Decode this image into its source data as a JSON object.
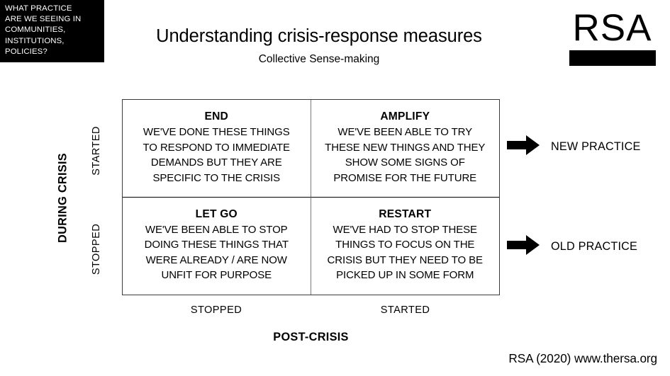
{
  "question_box": {
    "lines": [
      "WHAT PRACTICE",
      "ARE WE SEEING IN",
      "COMMUNITIES,",
      "INSTITUTIONS,",
      "POLICIES?"
    ]
  },
  "header": {
    "title": "Understanding crisis-response measures",
    "subtitle": "Collective Sense-making"
  },
  "logo": {
    "letters": "RSA",
    "bar_color": "#000000"
  },
  "matrix": {
    "y_axis_title": "DURING CRISIS",
    "x_axis_title": "POST-CRISIS",
    "y_axis_ticks": [
      "STARTED",
      "STOPPED"
    ],
    "x_axis_ticks": [
      "STOPPED",
      "STARTED"
    ],
    "cells": [
      {
        "key": "end",
        "heading": "END",
        "lines": [
          "WE'VE DONE THESE THINGS",
          "TO RESPOND TO IMMEDIATE",
          "DEMANDS BUT THEY ARE",
          "SPECIFIC TO THE CRISIS"
        ]
      },
      {
        "key": "amplify",
        "heading": "AMPLIFY",
        "lines": [
          "WE'VE BEEN ABLE TO TRY",
          "THESE NEW THINGS AND THEY",
          "SHOW SOME SIGNS OF",
          "PROMISE FOR THE FUTURE"
        ]
      },
      {
        "key": "let-go",
        "heading": "LET GO",
        "lines": [
          "WE'VE BEEN ABLE TO STOP",
          "DOING THESE THINGS THAT",
          "WERE ALREADY / ARE NOW",
          "UNFIT FOR PURPOSE"
        ]
      },
      {
        "key": "restart",
        "heading": "RESTART",
        "lines": [
          "WE'VE HAD TO STOP THESE",
          "THINGS TO FOCUS ON THE",
          "CRISIS BUT THEY NEED TO BE",
          "PICKED UP IN SOME FORM"
        ]
      }
    ]
  },
  "outcomes": [
    {
      "key": "new-practice",
      "icon": "right-arrow-icon",
      "label": "NEW PRACTICE"
    },
    {
      "key": "old-practice",
      "icon": "right-arrow-icon",
      "label": "OLD PRACTICE"
    }
  ],
  "footer": {
    "credit": "RSA (2020) www.thersa.org"
  },
  "colors": {
    "ink": "#000000",
    "paper": "#ffffff",
    "grid_outer": "#3a3a3a",
    "grid_inner_vertical": "#7a7a7a"
  }
}
